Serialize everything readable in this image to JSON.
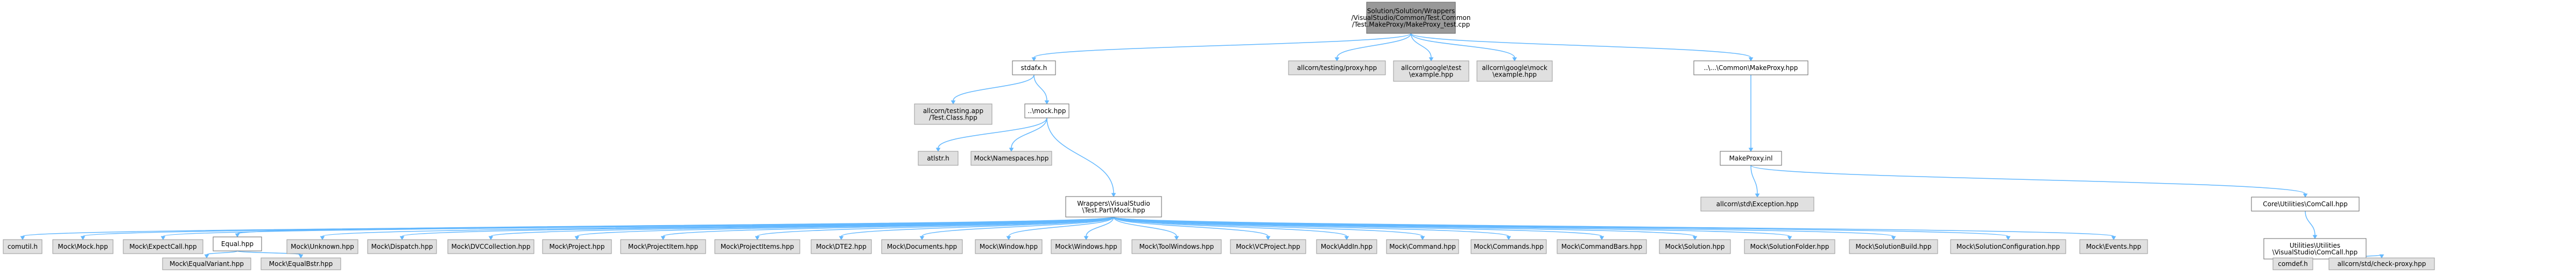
{
  "colors": {
    "root_fill": "#999999",
    "root_stroke": "#666666",
    "normal_fill": "#ffffff",
    "normal_stroke": "#666666",
    "external_fill": "#e0e0e0",
    "external_stroke": "#999999",
    "edge": "#63b8ff",
    "text": "#000000"
  },
  "nodes": {
    "root": {
      "lines": [
        "Solution/Solution/Wrappers",
        "/VisualStudio/Common/Test.Common",
        "/Test.MakeProxy/MakeProxy_test.cpp"
      ],
      "kind": "root"
    },
    "stdafx": {
      "lines": [
        "stdafx.h"
      ],
      "kind": "normal"
    },
    "testing_proxy": {
      "lines": [
        "allcorn/testing/proxy.hpp"
      ],
      "kind": "external"
    },
    "gtest_example": {
      "lines": [
        "allcorn\\google\\test",
        "\\example.hpp"
      ],
      "kind": "external"
    },
    "gmock_example": {
      "lines": [
        "allcorn\\google\\mock",
        "\\example.hpp"
      ],
      "kind": "external"
    },
    "common_makeproxy": {
      "lines": [
        "..\\...\\Common\\MakeProxy.hpp"
      ],
      "kind": "normal"
    },
    "testing_class": {
      "lines": [
        "allcorn/testing.app",
        "/Test.Class.hpp"
      ],
      "kind": "external"
    },
    "mock_hpp": {
      "lines": [
        "..\\mock.hpp"
      ],
      "kind": "normal"
    },
    "makeproxy_inl": {
      "lines": [
        "MakeProxy.inl"
      ],
      "kind": "normal"
    },
    "atlstr": {
      "lines": [
        "atlstr.h"
      ],
      "kind": "external"
    },
    "mock_namespaces": {
      "lines": [
        "Mock\\Namespaces.hpp"
      ],
      "kind": "external"
    },
    "wrappers_vs_mock": {
      "lines": [
        "Wrappers\\VisualStudio",
        "\\Test.Part\\Mock.hpp"
      ],
      "kind": "normal"
    },
    "std_exception": {
      "lines": [
        "allcorn\\std\\Exception.hpp"
      ],
      "kind": "external"
    },
    "core_comcall": {
      "lines": [
        "Core\\Utilities\\ComCall.hpp"
      ],
      "kind": "normal"
    },
    "comutil": {
      "lines": [
        "comutil.h"
      ],
      "kind": "external"
    },
    "mock_mock": {
      "lines": [
        "Mock\\Mock.hpp"
      ],
      "kind": "external"
    },
    "mock_expectcall": {
      "lines": [
        "Mock\\ExpectCall.hpp"
      ],
      "kind": "external"
    },
    "equal": {
      "lines": [
        "Equal.hpp"
      ],
      "kind": "normal"
    },
    "mock_unknown": {
      "lines": [
        "Mock\\Unknown.hpp"
      ],
      "kind": "external"
    },
    "mock_dispatch": {
      "lines": [
        "Mock\\Dispatch.hpp"
      ],
      "kind": "external"
    },
    "mock_dvccollection": {
      "lines": [
        "Mock\\DVCCollection.hpp"
      ],
      "kind": "external"
    },
    "mock_project": {
      "lines": [
        "Mock\\Project.hpp"
      ],
      "kind": "external"
    },
    "mock_projectitem": {
      "lines": [
        "Mock\\ProjectItem.hpp"
      ],
      "kind": "external"
    },
    "mock_projectitems": {
      "lines": [
        "Mock\\ProjectItems.hpp"
      ],
      "kind": "external"
    },
    "mock_dte2": {
      "lines": [
        "Mock\\DTE2.hpp"
      ],
      "kind": "external"
    },
    "mock_documents": {
      "lines": [
        "Mock\\Documents.hpp"
      ],
      "kind": "external"
    },
    "mock_window": {
      "lines": [
        "Mock\\Window.hpp"
      ],
      "kind": "external"
    },
    "mock_windows": {
      "lines": [
        "Mock\\Windows.hpp"
      ],
      "kind": "external"
    },
    "mock_toolwindows": {
      "lines": [
        "Mock\\ToolWindows.hpp"
      ],
      "kind": "external"
    },
    "mock_vcproject": {
      "lines": [
        "Mock\\VCProject.hpp"
      ],
      "kind": "external"
    },
    "mock_addin": {
      "lines": [
        "Mock\\AddIn.hpp"
      ],
      "kind": "external"
    },
    "mock_command": {
      "lines": [
        "Mock\\Command.hpp"
      ],
      "kind": "external"
    },
    "mock_commands": {
      "lines": [
        "Mock\\Commands.hpp"
      ],
      "kind": "external"
    },
    "mock_commandbars": {
      "lines": [
        "Mock\\CommandBars.hpp"
      ],
      "kind": "external"
    },
    "mock_solution": {
      "lines": [
        "Mock\\Solution.hpp"
      ],
      "kind": "external"
    },
    "mock_solutionfolder": {
      "lines": [
        "Mock\\SolutionFolder.hpp"
      ],
      "kind": "external"
    },
    "mock_solutionbuild": {
      "lines": [
        "Mock\\SolutionBuild.hpp"
      ],
      "kind": "external"
    },
    "mock_solutionconfiguration": {
      "lines": [
        "Mock\\SolutionConfiguration.hpp"
      ],
      "kind": "external"
    },
    "mock_events": {
      "lines": [
        "Mock\\Events.hpp"
      ],
      "kind": "external"
    },
    "utilities_vs_comcall": {
      "lines": [
        "Utilities\\Utilities",
        "\\VisualStudio\\ComCall.hpp"
      ],
      "kind": "normal"
    },
    "mock_equalvariant": {
      "lines": [
        "Mock\\EqualVariant.hpp"
      ],
      "kind": "external"
    },
    "mock_equalbstr": {
      "lines": [
        "Mock\\EqualBstr.hpp"
      ],
      "kind": "external"
    },
    "comdef": {
      "lines": [
        "comdef.h"
      ],
      "kind": "external"
    },
    "check_proxy": {
      "lines": [
        "allcorn/std/check-proxy.hpp"
      ],
      "kind": "external"
    }
  },
  "edges": [
    [
      "root",
      "stdafx"
    ],
    [
      "root",
      "testing_proxy"
    ],
    [
      "root",
      "gtest_example"
    ],
    [
      "root",
      "gmock_example"
    ],
    [
      "root",
      "common_makeproxy"
    ],
    [
      "stdafx",
      "testing_class"
    ],
    [
      "stdafx",
      "mock_hpp"
    ],
    [
      "mock_hpp",
      "atlstr"
    ],
    [
      "mock_hpp",
      "mock_namespaces"
    ],
    [
      "mock_hpp",
      "wrappers_vs_mock"
    ],
    [
      "common_makeproxy",
      "makeproxy_inl"
    ],
    [
      "makeproxy_inl",
      "std_exception"
    ],
    [
      "makeproxy_inl",
      "core_comcall"
    ],
    [
      "wrappers_vs_mock",
      "comutil"
    ],
    [
      "wrappers_vs_mock",
      "mock_mock"
    ],
    [
      "wrappers_vs_mock",
      "mock_expectcall"
    ],
    [
      "wrappers_vs_mock",
      "equal"
    ],
    [
      "wrappers_vs_mock",
      "mock_unknown"
    ],
    [
      "wrappers_vs_mock",
      "mock_dispatch"
    ],
    [
      "wrappers_vs_mock",
      "mock_dvccollection"
    ],
    [
      "wrappers_vs_mock",
      "mock_project"
    ],
    [
      "wrappers_vs_mock",
      "mock_projectitem"
    ],
    [
      "wrappers_vs_mock",
      "mock_projectitems"
    ],
    [
      "wrappers_vs_mock",
      "mock_dte2"
    ],
    [
      "wrappers_vs_mock",
      "mock_documents"
    ],
    [
      "wrappers_vs_mock",
      "mock_window"
    ],
    [
      "wrappers_vs_mock",
      "mock_windows"
    ],
    [
      "wrappers_vs_mock",
      "mock_toolwindows"
    ],
    [
      "wrappers_vs_mock",
      "mock_vcproject"
    ],
    [
      "wrappers_vs_mock",
      "mock_addin"
    ],
    [
      "wrappers_vs_mock",
      "mock_command"
    ],
    [
      "wrappers_vs_mock",
      "mock_commands"
    ],
    [
      "wrappers_vs_mock",
      "mock_commandbars"
    ],
    [
      "wrappers_vs_mock",
      "mock_solution"
    ],
    [
      "wrappers_vs_mock",
      "mock_solutionfolder"
    ],
    [
      "wrappers_vs_mock",
      "mock_solutionbuild"
    ],
    [
      "wrappers_vs_mock",
      "mock_solutionconfiguration"
    ],
    [
      "wrappers_vs_mock",
      "mock_events"
    ],
    [
      "equal",
      "mock_equalvariant"
    ],
    [
      "equal",
      "mock_equalbstr"
    ],
    [
      "core_comcall",
      "utilities_vs_comcall"
    ],
    [
      "utilities_vs_comcall",
      "comdef"
    ],
    [
      "utilities_vs_comcall",
      "check_proxy"
    ]
  ]
}
